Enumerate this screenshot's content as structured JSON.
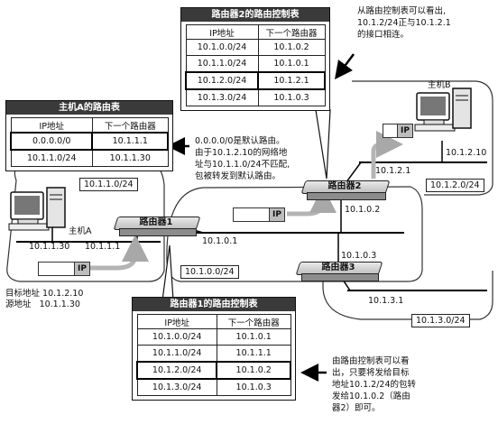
{
  "router2_table": {
    "title": "路由器2的路由控制表",
    "headers": [
      "IP地址",
      "下一个路由器"
    ],
    "rows": [
      [
        "10.1.0.0/24",
        "10.1.0.2"
      ],
      [
        "10.1.1.0/24",
        "10.1.0.1"
      ],
      [
        "10.1.2.0/24",
        "10.1.2.1"
      ],
      [
        "10.1.3.0/24",
        "10.1.0.3"
      ]
    ]
  },
  "hostA_table": {
    "title": "主机A的路由表",
    "headers": [
      "IP地址",
      "下一个路由器"
    ],
    "rows": [
      [
        "0.0.0.0/0",
        "10.1.1.1"
      ],
      [
        "10.1.1.0/24",
        "10.1.1.30"
      ]
    ]
  },
  "router1_table": {
    "title": "路由器1的路由控制表",
    "headers": [
      "IP地址",
      "下一个路由器"
    ],
    "rows": [
      [
        "10.1.0.0/24",
        "10.1.0.1"
      ],
      [
        "10.1.1.0/24",
        "10.1.1.1"
      ],
      [
        "10.1.2.0/24",
        "10.1.0.2"
      ],
      [
        "10.1.3.0/24",
        "10.1.0.3"
      ]
    ]
  },
  "notes": {
    "top_right": [
      "从路由控制表可以看出,",
      "10.1.2/24正与10.1.2.1",
      "的接口相连。"
    ],
    "middle": [
      "0.0.0.0/0是默认路由。",
      "由于10.1.2.10的网络地",
      "址与10.1.1.0/24不匹配,",
      "包被转发到默认路由。"
    ],
    "bottom_right": [
      "由路由控制表可以看",
      "出，只要将发给目标",
      "地址10.1.2/24的包转",
      "发给10.1.0.2（路由",
      "器2）即可。"
    ]
  },
  "hosts": {
    "host_a": "主机A",
    "host_b": "主机B"
  },
  "routers": {
    "r1": "路由器1",
    "r2": "路由器2",
    "r3": "路由器3"
  },
  "networks": {
    "net_1_1": "10.1.1.0/24",
    "net_2": "10.1.2.0/24",
    "net_0": "10.1.0.0/24",
    "net_3": "10.1.3.0/24"
  },
  "addresses": {
    "host_a": "10.1.1.30",
    "r1_lan": "10.1.1.1",
    "r1_wan": "10.1.0.1",
    "r2_lan": "10.1.2.1",
    "r2_wan": "10.1.0.2",
    "host_b": "10.1.2.10",
    "r3_wan": "10.1.0.3",
    "r3_lan": "10.1.3.1"
  },
  "packet_label": "IP",
  "packet_info": {
    "dst_label": "目标地址",
    "dst_value": "10.1.2.10",
    "src_label": "源地址",
    "src_value": "10.1.1.30"
  }
}
